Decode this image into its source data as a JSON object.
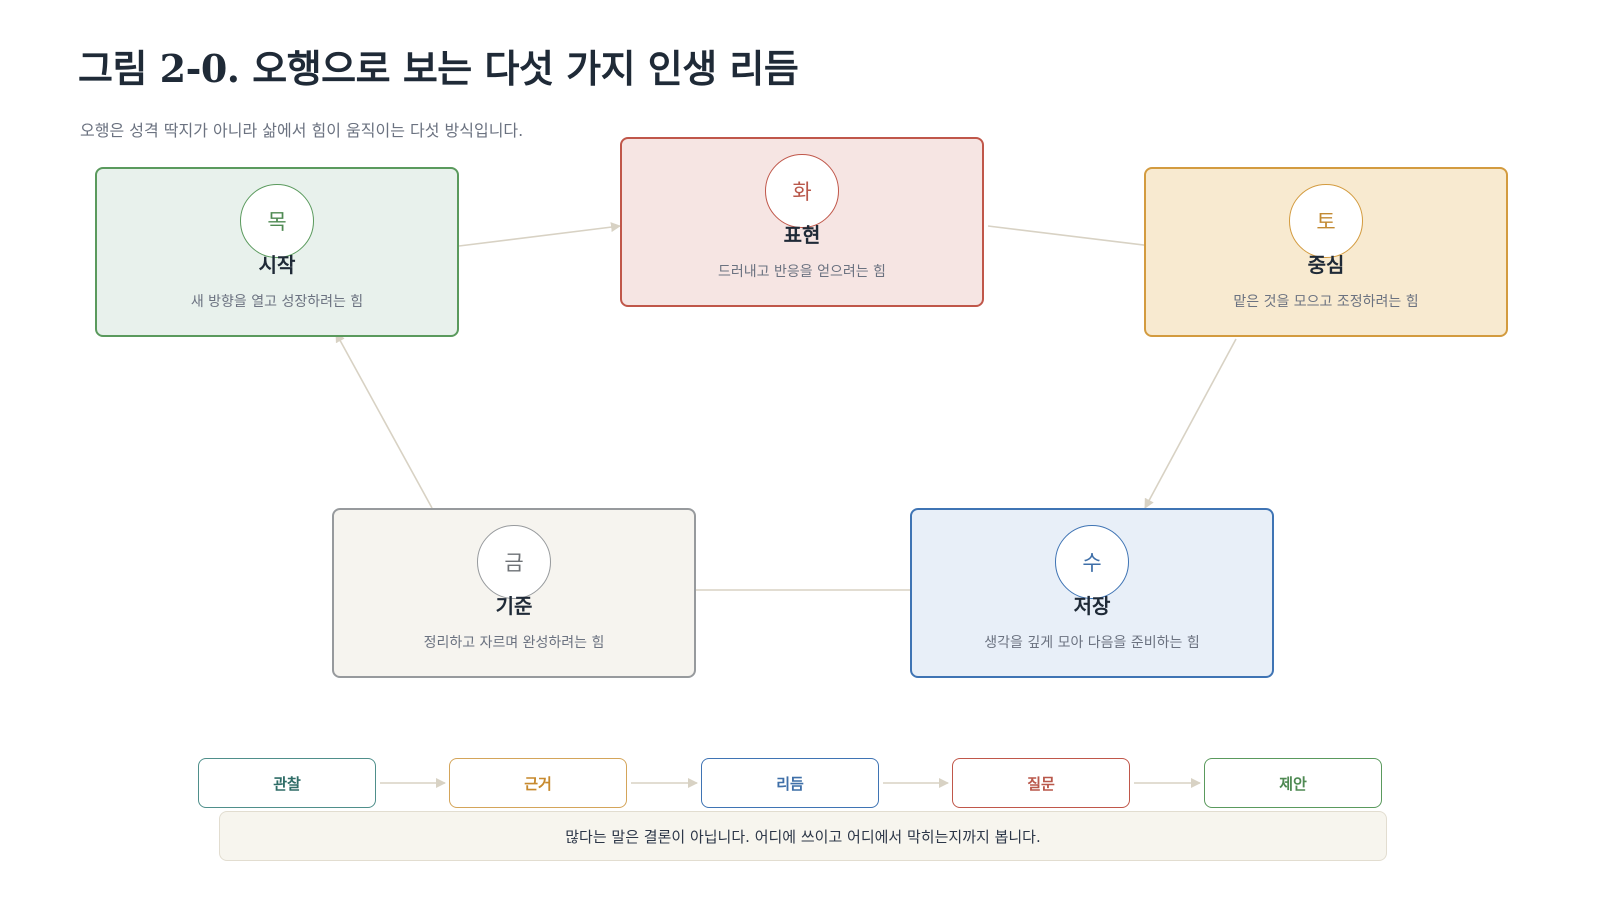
{
  "title": "그림 2-0. 오행으로 보는 다섯 가지 인생 리듬",
  "subtitle": "오행은 성격 딱지가 아니라 삶에서 힘이 움직이는 다섯 방식입니다.",
  "elements": [
    {
      "key": "wood",
      "symbol": "목",
      "name": "시작",
      "desc": "새 방향을 열고 성장하려는 힘",
      "color": "#5a9a5d"
    },
    {
      "key": "fire",
      "symbol": "화",
      "name": "표현",
      "desc": "드러내고 반응을 얻으려는 힘",
      "color": "#c0574a"
    },
    {
      "key": "earth",
      "symbol": "토",
      "name": "중심",
      "desc": "맡은 것을 모으고 조정하려는 힘",
      "color": "#d39b3f"
    },
    {
      "key": "water",
      "symbol": "수",
      "name": "저장",
      "desc": "생각을 깊게 모아 다음을 준비하는 힘",
      "color": "#3f74b4"
    },
    {
      "key": "metal",
      "symbol": "금",
      "name": "기준",
      "desc": "정리하고 자르며 완성하려는 힘",
      "color": "#979a9d"
    }
  ],
  "cycle_order": [
    "wood",
    "fire",
    "earth",
    "water",
    "metal"
  ],
  "steps": [
    {
      "label": "관찰",
      "color": "#4f8f8b"
    },
    {
      "label": "근거",
      "color": "#d4a55a"
    },
    {
      "label": "리듬",
      "color": "#3f74b4"
    },
    {
      "label": "질문",
      "color": "#c0574a"
    },
    {
      "label": "제안",
      "color": "#5a9a5d"
    }
  ],
  "note": "많다는 말은 결론이 아닙니다. 어디에 쓰이고 어디에서 막히는지까지 봅니다.",
  "connector_color": "#d8d2c4"
}
